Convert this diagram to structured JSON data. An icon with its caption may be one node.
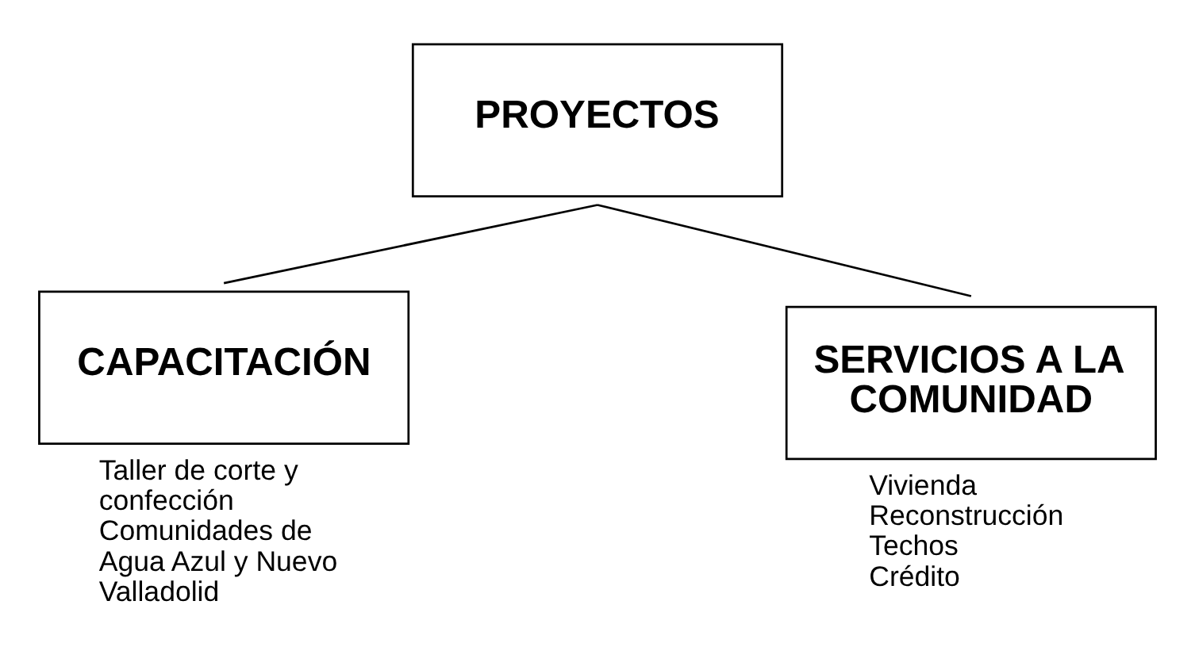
{
  "diagram": {
    "nodes": [
      {
        "text": [
          "PROYECTOS"
        ]
      },
      {
        "text": [
          "CAPACITACIÓN"
        ],
        "beside": [
          "Taller de corte y confección",
          "Comunidades de Agua Azul y Nuevo Valladolid"
        ]
      },
      {
        "text": [
          "SERVICIOS A LA COMUNIDAD"
        ],
        "beside": [
          "Vivienda",
          "Reconstrucción",
          "Techos",
          "Crédito"
        ]
      }
    ],
    "edges": [
      {
        "from": 0,
        "to": 1,
        "arrow": "none"
      },
      {
        "from": 0,
        "to": 2,
        "arrow": "none"
      }
    ]
  }
}
